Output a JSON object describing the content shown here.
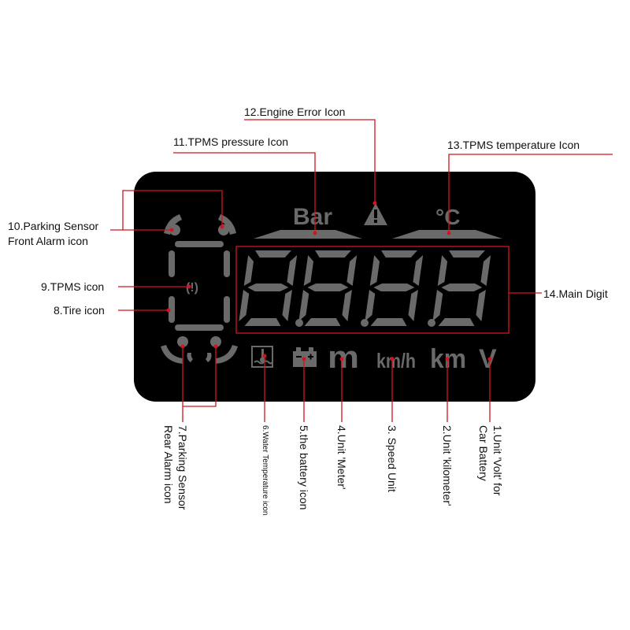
{
  "display": {
    "unit_bar": "Bar",
    "unit_celsius": "°C",
    "unit_meter": "m",
    "unit_speed": "km/h",
    "unit_kilometer": "km",
    "unit_volt": "V",
    "tpms_icon_text": "(!)"
  },
  "callouts": {
    "engine_error": "12.Engine Error Icon",
    "tpms_pressure": "11.TPMS  pressure Icon",
    "tpms_temperature": "13.TPMS  temperature Icon",
    "parking_front_line1": "10.Parking Sensor",
    "parking_front_line2": "Front Alarm icon",
    "tpms_icon": "9.TPMS  icon",
    "tire_icon": "8.Tire  icon",
    "main_digit": "14.Main Digit",
    "parking_rear_line1": "7.Parking Sensor",
    "parking_rear_line2": "Rear Alarm icon",
    "water_temp": "6.Water Temperature icon",
    "battery": "5.the battery icon",
    "unit_meter": "4.Unit 'Meter'",
    "speed_unit": "3.  Speed  Unit",
    "unit_kilometer": "2.Unit 'kilometer'",
    "unit_volt_line1": "1.Unit 'Volt' for",
    "unit_volt_line2": "Car Battery"
  },
  "colors": {
    "panel": "#000000",
    "segment": "#6a6a6a",
    "leader": "#d2141e"
  }
}
